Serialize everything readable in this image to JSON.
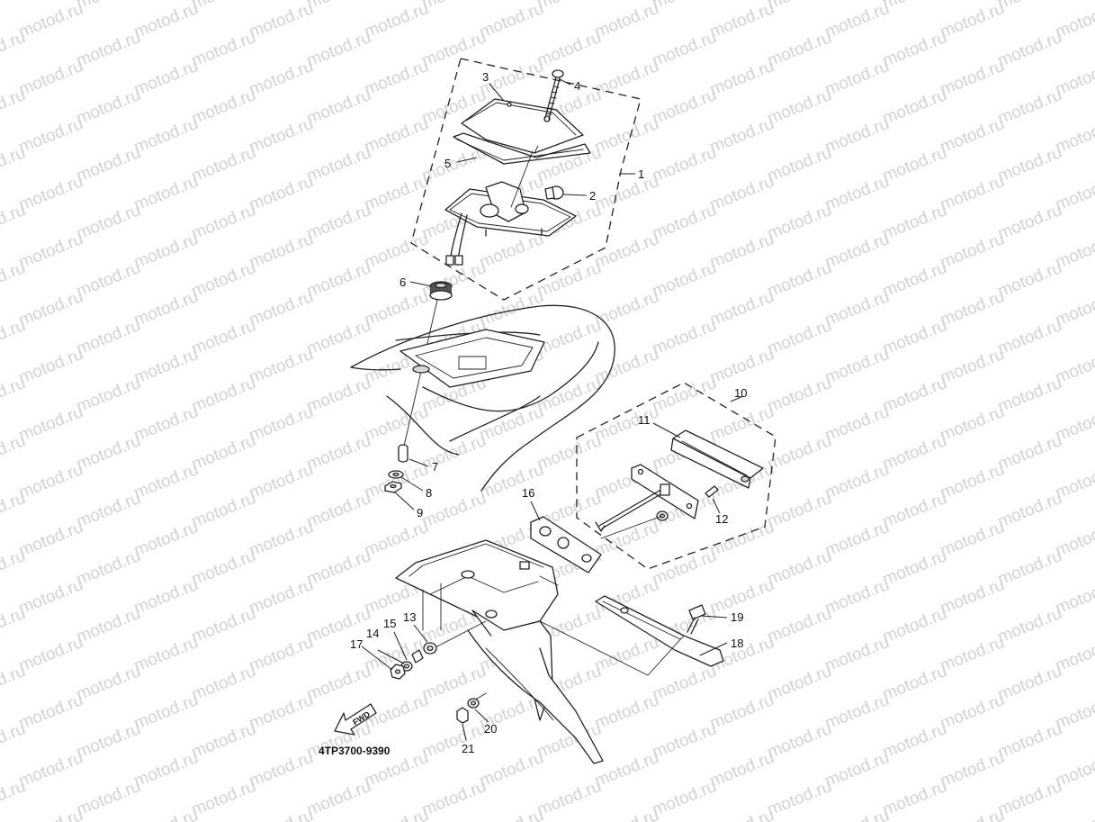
{
  "watermark": "motod.ru",
  "diagram_code": "4TP3700-9390",
  "fwd_label": "FWD",
  "callouts": {
    "c1": "1",
    "c2": "2",
    "c3": "3",
    "c4": "4",
    "c5": "5",
    "c6": "6",
    "c7": "7",
    "c8": "8",
    "c9": "9",
    "c10": "10",
    "c11": "11",
    "c12": "12",
    "c13": "13",
    "c14": "14",
    "c15": "15",
    "c16": "16",
    "c17": "17",
    "c18": "18",
    "c19": "19",
    "c20": "20",
    "c21": "21"
  }
}
